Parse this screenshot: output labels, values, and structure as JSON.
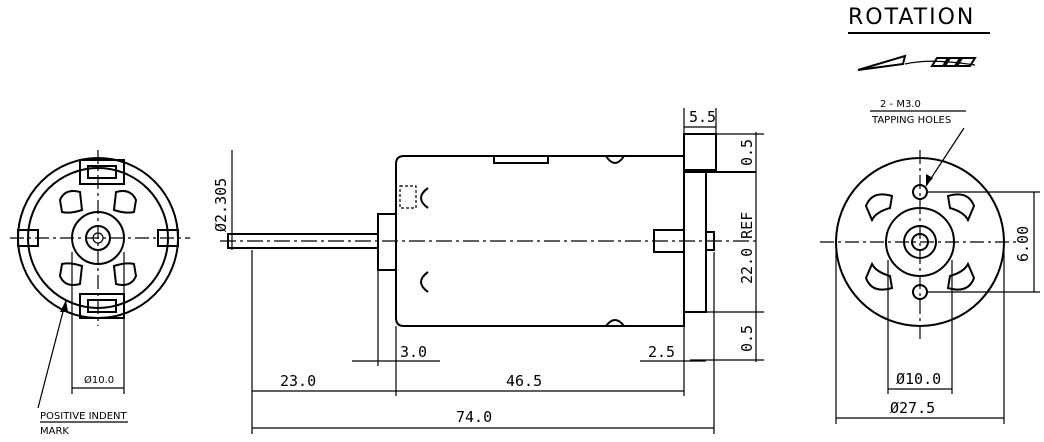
{
  "rotation": {
    "title": "ROTATION"
  },
  "left_view": {
    "shaft_dia": "Ø10.0",
    "indent_line1": "POSITIVE INDENT",
    "indent_line2": "MARK"
  },
  "side_view": {
    "shaft_dia": "Ø2.305",
    "d_5_5": "5.5",
    "d_0_5_top": "0.5",
    "d_22_ref": "22.0 REF",
    "d_0_5_bottom": "0.5",
    "d_3_0": "3.0",
    "d_2_5": "2.5",
    "d_23_0": "23.0",
    "d_46_5": "46.5",
    "d_74_0": "74.0"
  },
  "right_view": {
    "tap_line1": "2 - M3.0",
    "tap_line2": "TAPPING HOLES",
    "d_6_00": "6.00",
    "d_10_0": "Ø10.0",
    "d_27_5": "Ø27.5"
  }
}
